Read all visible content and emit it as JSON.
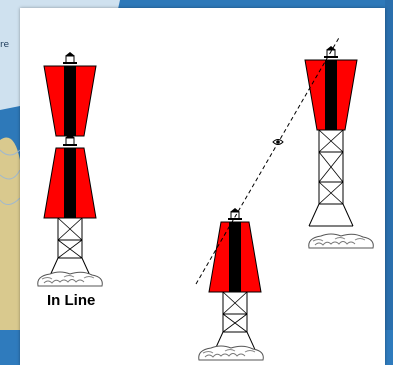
{
  "figure": {
    "caption": "In Line",
    "colors": {
      "tower_red": "#ff0000",
      "tower_stripe": "#000000",
      "rock": "#8c8c8c",
      "background_blue": "#2e79b9",
      "panel": "#ffffff"
    },
    "markers": [
      {
        "name": "rear-marker-left",
        "kind": "tall-pair"
      },
      {
        "name": "front-marker-left",
        "kind": "tall-pair"
      },
      {
        "name": "rear-marker-right",
        "kind": "single"
      },
      {
        "name": "front-marker-right",
        "kind": "single"
      }
    ],
    "sight_line": "dashed",
    "eye_icon": "eye-icon"
  },
  "background": {
    "corner_text": "re"
  }
}
